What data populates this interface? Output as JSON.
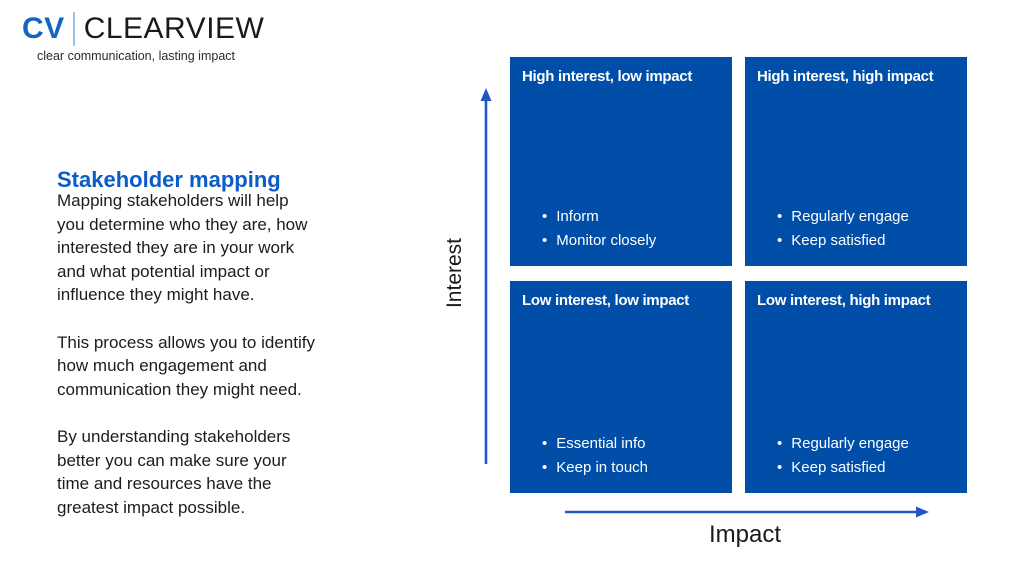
{
  "logo": {
    "abbr": "CV",
    "name": "CLEARVIEW",
    "tagline": "clear communication, lasting impact"
  },
  "left_panel": {
    "title": "Stakeholder mapping",
    "paragraphs": [
      "Mapping stakeholders will help\nyou determine who they are, how\ninterested they are in your work\nand what potential impact or\ninfluence they might have.",
      "This process allows you to identify\nhow much engagement and\ncommunication they might need.",
      "By understanding stakeholders\nbetter you can make sure your\ntime and resources have the\ngreatest impact possible."
    ]
  },
  "matrix": {
    "y_axis_label": "Interest",
    "x_axis_label": "Impact",
    "quadrants": [
      {
        "title": "High interest, low impact",
        "bullets": [
          "Inform",
          "Monitor closely"
        ]
      },
      {
        "title": "High interest, high impact",
        "bullets": [
          "Regularly engage",
          "Keep satisfied"
        ]
      },
      {
        "title": "Low interest, low impact",
        "bullets": [
          "Essential info",
          "Keep in touch"
        ]
      },
      {
        "title": "Low interest, high impact",
        "bullets": [
          "Regularly engage",
          "Keep satisfied"
        ]
      }
    ]
  },
  "colors": {
    "box_blue": "#004ea8",
    "title_blue": "#0b5cc9",
    "logo_blue": "#1565c0",
    "logo_separator": "#9cc0e8",
    "arrow_blue": "#2257c4",
    "text_dark": "#1c1c1c"
  }
}
